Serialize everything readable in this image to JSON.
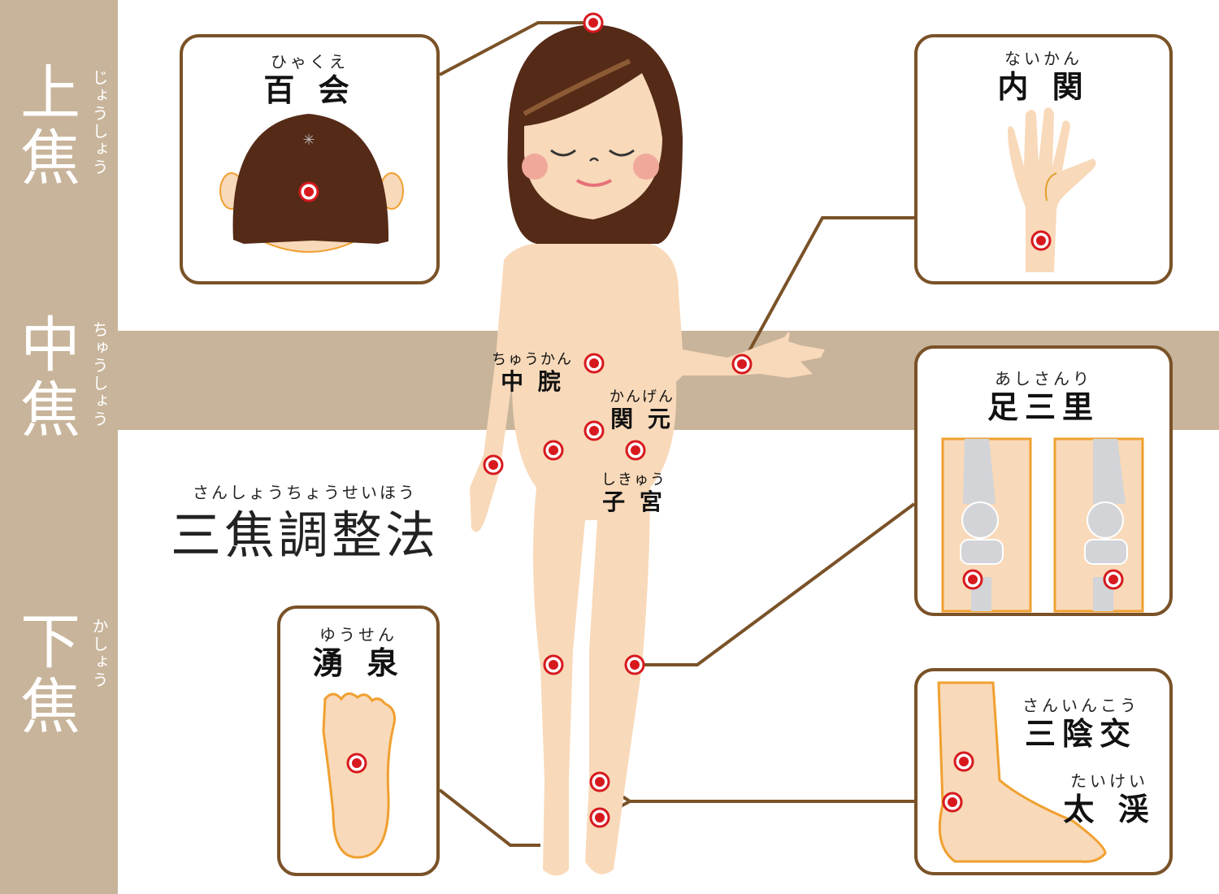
{
  "title": {
    "ruby": "さんしょうちょうせいほう",
    "kanji": "三焦調整法"
  },
  "zones": [
    {
      "kanji": "上焦",
      "ruby": "じょうしょう"
    },
    {
      "kanji": "中焦",
      "ruby": "ちゅうしょう"
    },
    {
      "kanji": "下焦",
      "ruby": "かしょう"
    }
  ],
  "points": {
    "hyakue": {
      "ruby": "ひゃくえ",
      "kanji": "百 会"
    },
    "naikan": {
      "ruby": "ないかん",
      "kanji": "内 関"
    },
    "ashisanri": {
      "ruby": "あしさんり",
      "kanji": "足三里"
    },
    "yusen": {
      "ruby": "ゆうせん",
      "kanji": "湧 泉"
    },
    "saninko": {
      "ruby": "さんいんこう",
      "kanji": "三陰交"
    },
    "taikei": {
      "ruby": "たいけい",
      "kanji": "太 渓"
    },
    "chukan": {
      "ruby": "ちゅうかん",
      "kanji": "中 脘"
    },
    "kangen": {
      "ruby": "かんげん",
      "kanji": "関 元"
    },
    "shikyu": {
      "ruby": "しきゅう",
      "kanji": "子 宮"
    }
  },
  "colors": {
    "band": "#c8b49a",
    "frame": "#7a5228",
    "point": "#d7191e",
    "skin": "#f8d9b9",
    "hair": "#552a17"
  }
}
